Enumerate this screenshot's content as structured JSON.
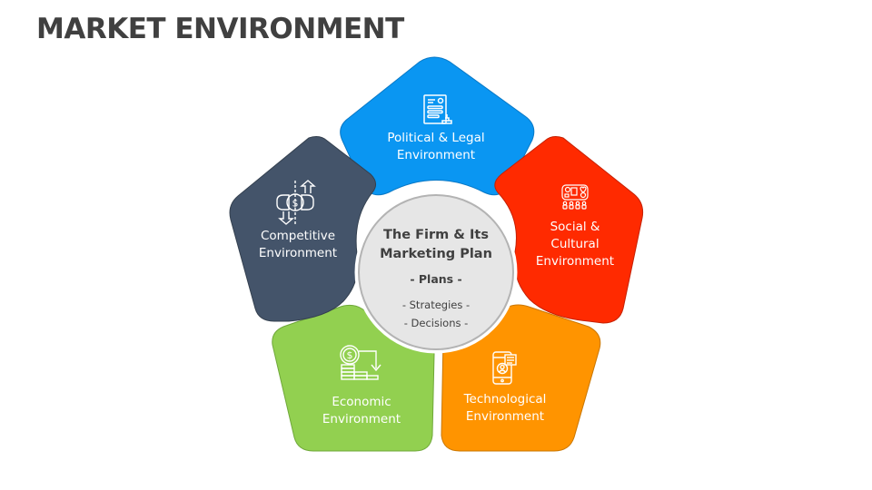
{
  "title": "MARKET ENVIRONMENT",
  "center": {
    "title_line1": "The Firm & Its",
    "title_line2": "Marketing Plan",
    "subtitle": "- Plans -",
    "items": [
      "- Strategies -",
      "- Decisions -"
    ],
    "fill": "#e6e6e6",
    "border": "#b3b3b3"
  },
  "segments": [
    {
      "id": "political",
      "line1": "Political & Legal",
      "line2": "Environment",
      "icon": "legal-document-stamp-icon",
      "color": "#0a96f2"
    },
    {
      "id": "social",
      "line1": "Social &",
      "line2": "Cultural",
      "line3": "Environment",
      "icon": "social-community-icon",
      "color": "#ff2a00"
    },
    {
      "id": "technological",
      "line1": "Technological",
      "line2": "Environment",
      "icon": "smartphone-user-icon",
      "color": "#ff9400"
    },
    {
      "id": "economic",
      "line1": "Economic",
      "line2": "Environment",
      "icon": "coins-decline-icon",
      "color": "#92d050"
    },
    {
      "id": "competitive",
      "line1": "Competitive",
      "line2": "Environment",
      "icon": "competition-money-exchange-icon",
      "color": "#44546a"
    }
  ]
}
